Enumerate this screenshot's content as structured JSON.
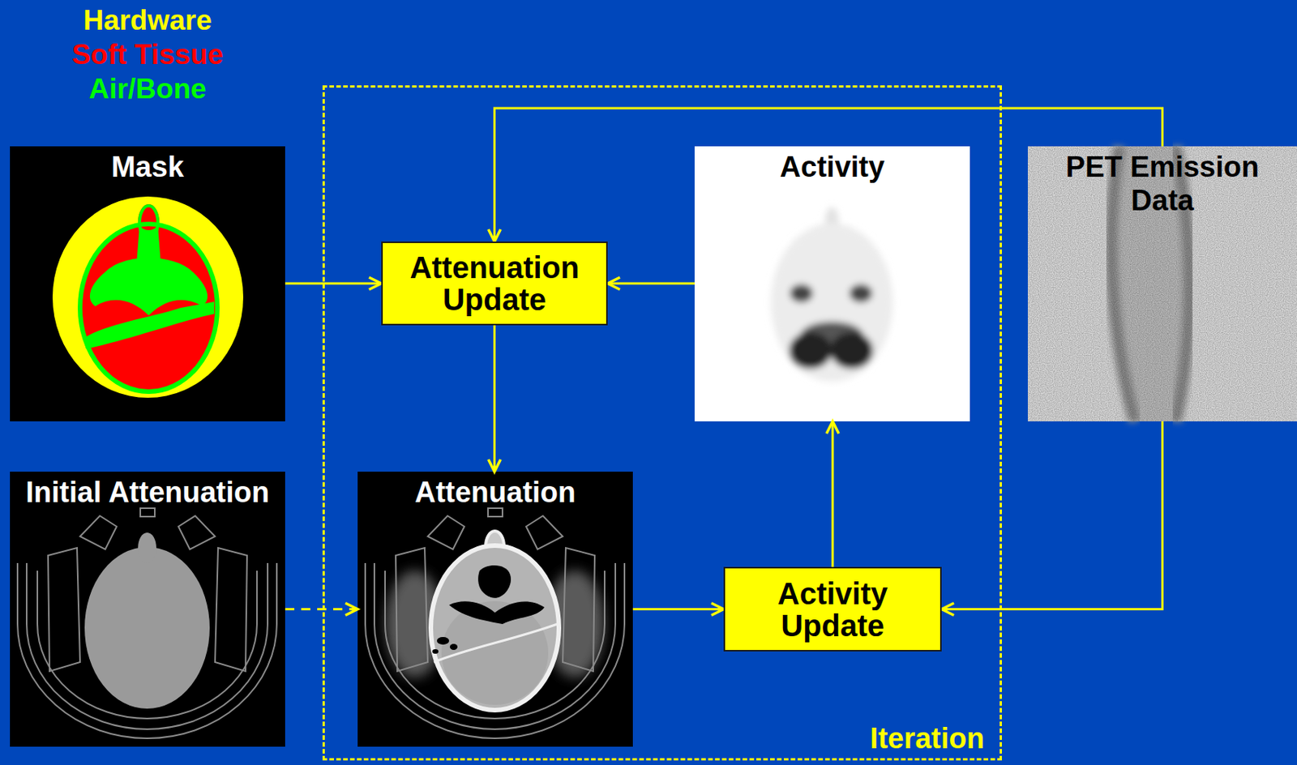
{
  "diagram": {
    "nodes": [
      {
        "text": [
          "Mask"
        ]
      },
      {
        "text": [
          "Initial Attenuation"
        ]
      },
      {
        "text": [
          "Iteration"
        ]
      },
      {
        "text": [
          "Attenuation Update"
        ],
        "in": 2
      },
      {
        "text": [
          "Activity"
        ],
        "in": 2
      },
      {
        "text": [
          "Attenuation"
        ],
        "in": 2
      },
      {
        "text": [
          "Activity Update"
        ],
        "in": 2
      },
      {
        "text": [
          "PET Emission Data"
        ]
      }
    ],
    "edges": [
      {
        "from": 0,
        "to": 3,
        "arrow": "to"
      },
      {
        "from": 1,
        "to": 5,
        "arrow": "to"
      },
      {
        "from": 7,
        "to": 3,
        "arrow": "to"
      },
      {
        "from": 4,
        "to": 3,
        "arrow": "to"
      },
      {
        "from": 3,
        "to": 5,
        "arrow": "to"
      },
      {
        "from": 5,
        "to": 6,
        "arrow": "to"
      },
      {
        "from": 6,
        "to": 4,
        "arrow": "to"
      },
      {
        "from": 7,
        "to": 6,
        "arrow": "to"
      }
    ],
    "legend": [
      {
        "text": "Hardware",
        "color": "#ffff00"
      },
      {
        "text": "Soft Tissue",
        "color": "#ff0000"
      },
      {
        "text": "Air/Bone",
        "color": "#00ff00"
      }
    ]
  }
}
